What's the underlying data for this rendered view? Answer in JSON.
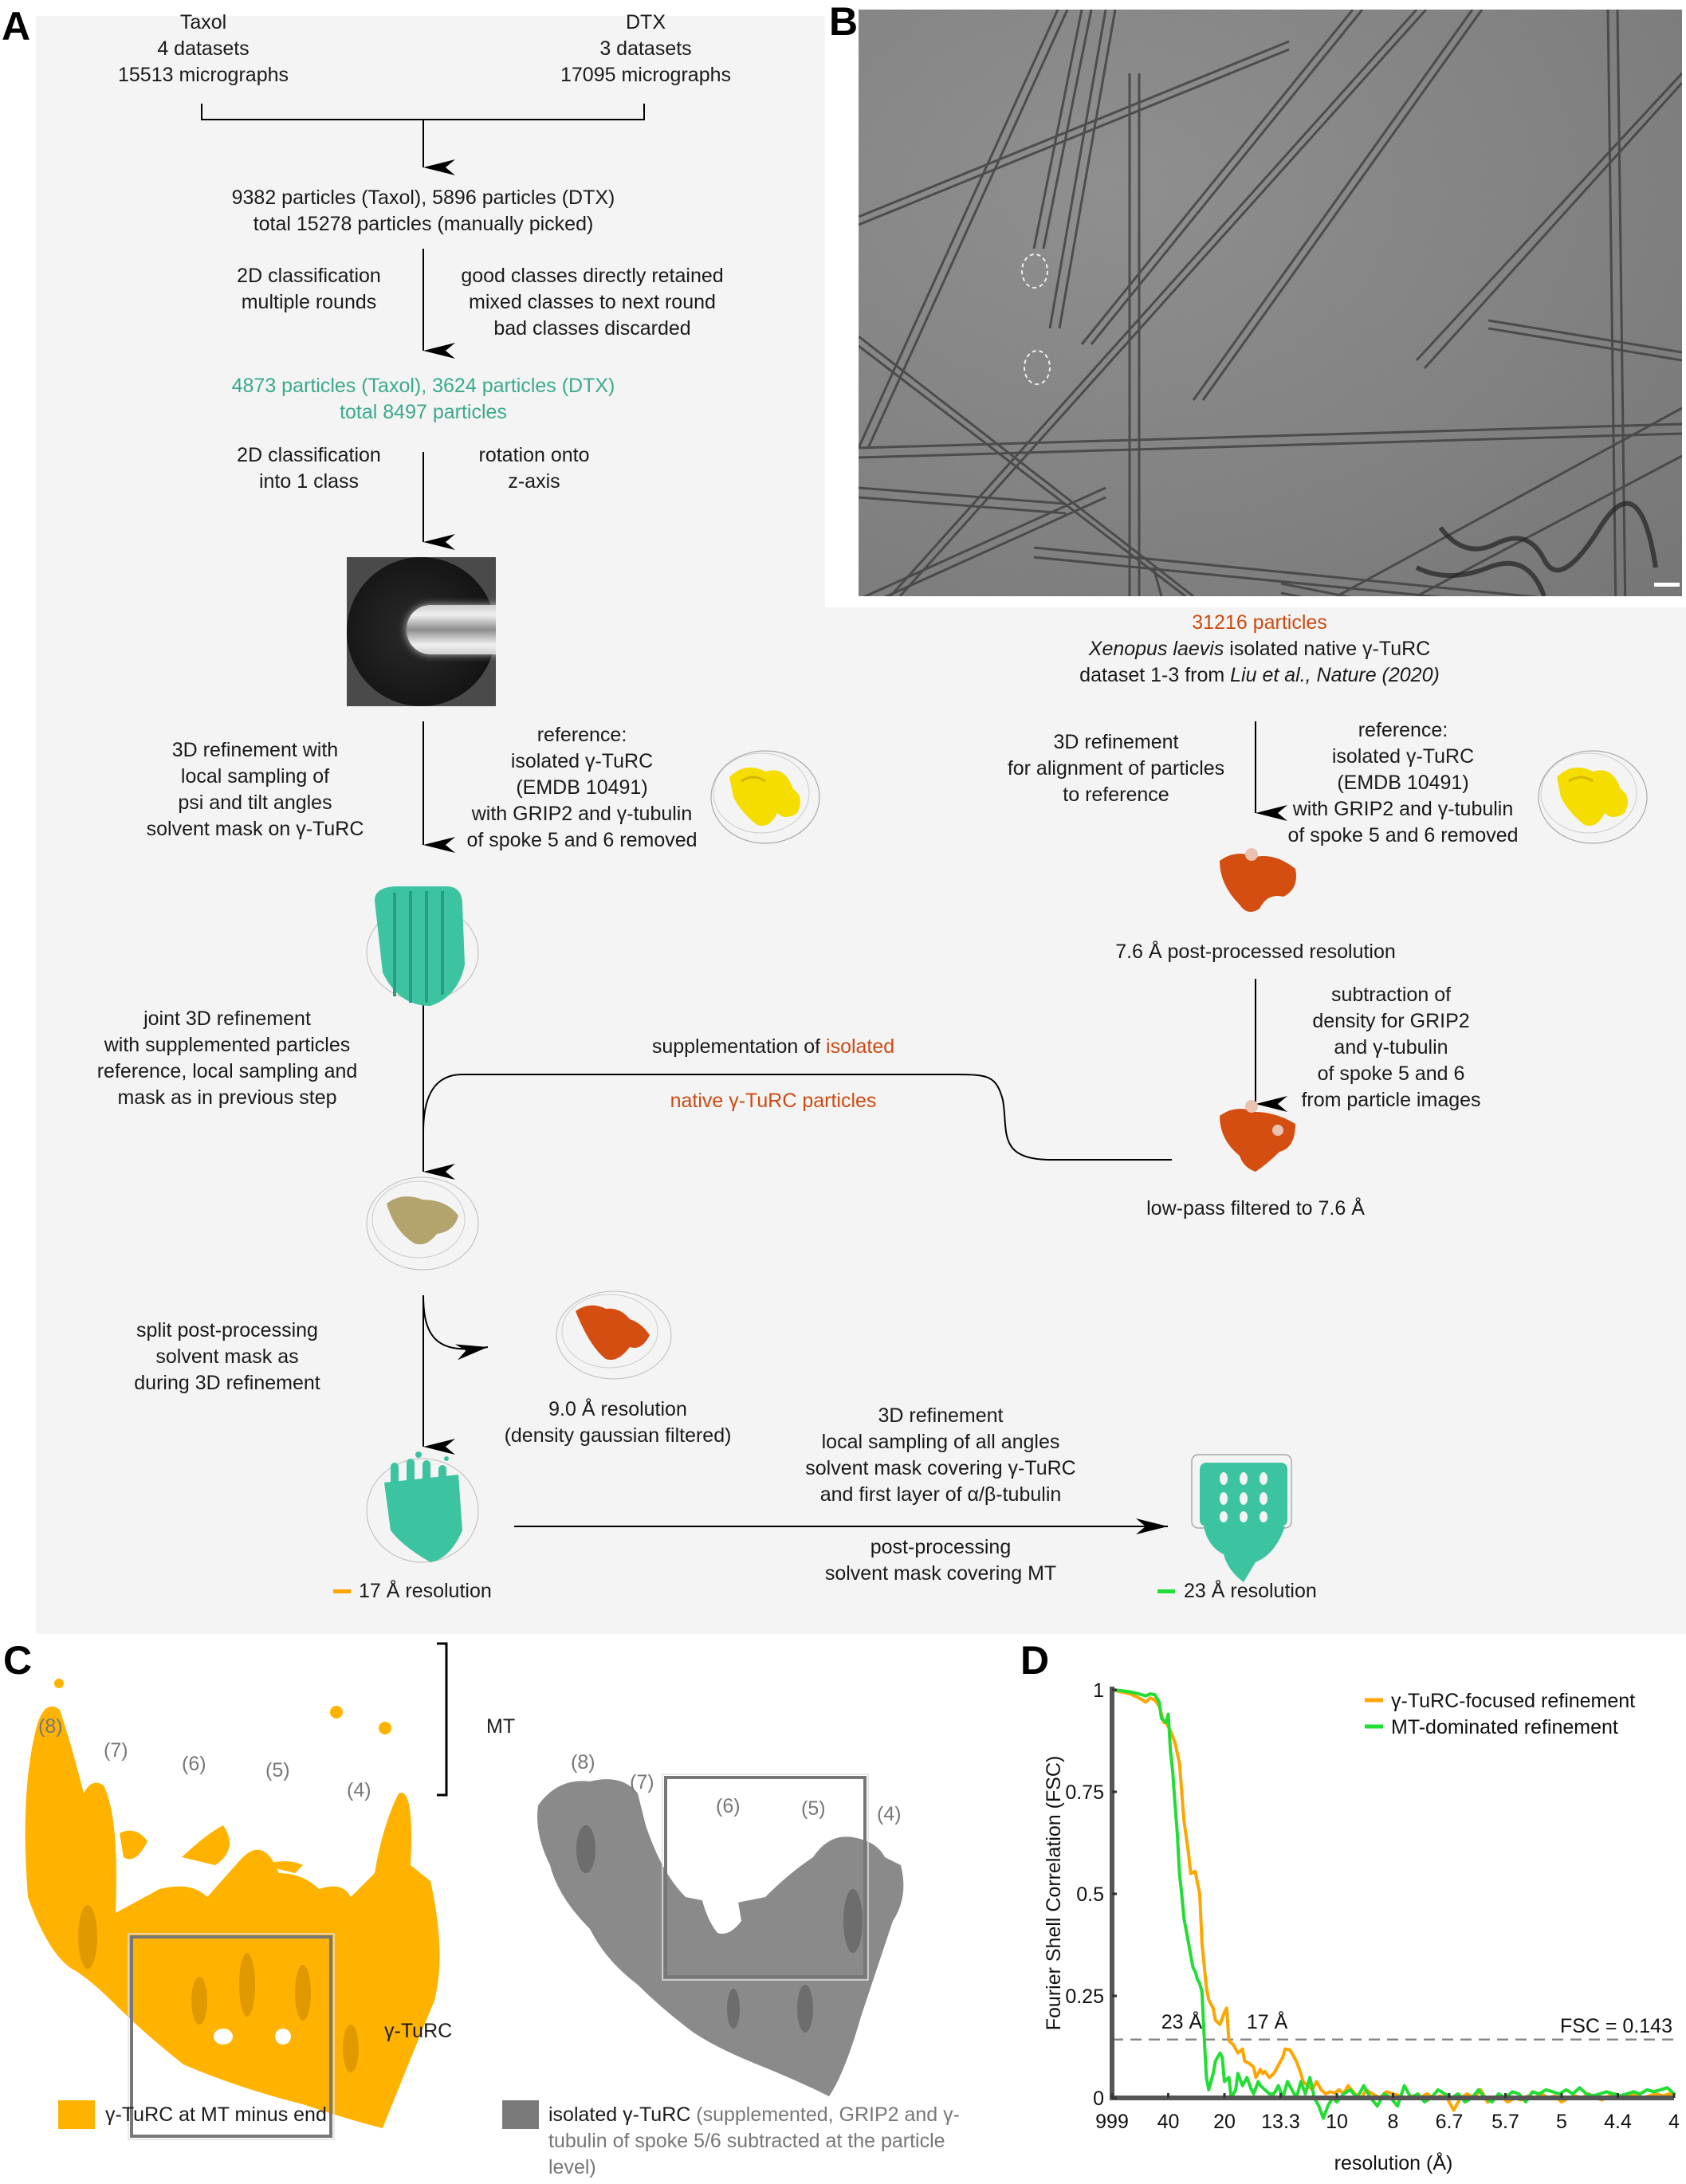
{
  "panels": {
    "A": "A",
    "B": "B",
    "C": "C",
    "D": "D"
  },
  "panelA": {
    "taxol": [
      "Taxol",
      "4 datasets",
      "15513 micrographs"
    ],
    "dtx": [
      "DTX",
      "3 datasets",
      "17095 micrographs"
    ],
    "picked": [
      "9382 particles (Taxol), 5896 particles (DTX)",
      "total 15278 particles (manually picked)"
    ],
    "class2d_left": [
      "2D classification",
      "multiple rounds"
    ],
    "class2d_right": [
      "good classes directly retained",
      "mixed classes to next round",
      "bad classes discarded"
    ],
    "retained": [
      "4873 particles (Taxol), 3624 particles (DTX)",
      "total 8497 particles"
    ],
    "class1_left": [
      "2D classification",
      "into 1 class"
    ],
    "class1_right": [
      "rotation onto",
      "z-axis"
    ],
    "refine_left": [
      "3D refinement with",
      "local sampling of",
      "psi and tilt angles",
      "solvent mask on γ-TuRC"
    ],
    "reference": [
      "reference:",
      "isolated γ-TuRC",
      "(EMDB 10491)",
      "with GRIP2 and γ-tubulin",
      "of spoke 5 and 6 removed"
    ],
    "joint_left": [
      "joint 3D refinement",
      "with supplemented particles",
      "reference, local sampling and",
      "mask as in previous step"
    ],
    "supp_top_prefix": "supplementation of ",
    "supp_top_highlight": "isolated",
    "supp_bottom": "native γ-TuRC particles",
    "split_left": [
      "split post-processing",
      "solvent mask as",
      "during 3D refinement"
    ],
    "nine_a": [
      "9.0 Å resolution",
      "(density gaussian filtered)"
    ],
    "final_refine": [
      "3D refinement",
      "local sampling of all angles",
      "solvent mask covering γ-TuRC",
      "and first layer of α/β-tubulin"
    ],
    "final_post": [
      "post-processing",
      "solvent mask covering MT"
    ],
    "res17": "17 Å resolution",
    "res23": "23 Å resolution",
    "right": {
      "count": "31216 particles",
      "species": "Xenopus laevis",
      "species_rest": " isolated native γ-TuRC",
      "dataset_prefix": "dataset 1-3 from ",
      "dataset_cite": "Liu et al., Nature (2020)",
      "refine_left": [
        "3D refinement",
        "for alignment of particles",
        "to reference"
      ],
      "post76": "7.6 Å post-processed resolution",
      "subtraction": [
        "subtraction of",
        "density for GRIP2",
        "and γ-tubulin",
        "of spoke 5 and 6",
        "from particle images"
      ],
      "lowpass": "low-pass filtered to 7.6 Å"
    }
  },
  "panelC": {
    "labels_gold": [
      "(8)",
      "(7)",
      "(6)",
      "(5)",
      "(4)"
    ],
    "labels_gray": [
      "(8)",
      "(7)",
      "(6)",
      "(5)",
      "(4)"
    ],
    "mt_label": "MT",
    "turc_label": "γ-TuRC",
    "legend_gold": "γ-TuRC at MT minus end",
    "legend_gray_main": "isolated γ-TuRC",
    "legend_gray_note": " (supplemented, GRIP2 and γ-tubulin of spoke 5/6 subtracted at the particle level)",
    "colors": {
      "gold": "#ffb300",
      "gray": "#7a7a7a"
    }
  },
  "colors": {
    "teal": "#3aaa8c",
    "rust": "#cc4a12",
    "orange_line": "#ffa500",
    "green_line": "#22dd33",
    "yellow_ref": "#f5dd00"
  },
  "chart_data": {
    "type": "line",
    "title": "",
    "xlabel": "resolution (Å)",
    "ylabel": "Fourier Shell Correlation (FSC)",
    "x_unit": "spatial frequency (1/Å)",
    "xlim": [
      0,
      0.25
    ],
    "ylim": [
      0,
      1
    ],
    "x_ticks": [
      0,
      0.025,
      0.05,
      0.075,
      0.1,
      0.125,
      0.15,
      0.175,
      0.2,
      0.225,
      0.25
    ],
    "x_tick_labels": [
      "999",
      "40",
      "20",
      "13.3",
      "10",
      "8",
      "6.7",
      "5.7",
      "5",
      "4.4",
      "4"
    ],
    "y_ticks": [
      0,
      0.25,
      0.5,
      0.75,
      1
    ],
    "y_tick_labels": [
      "0",
      "0.25",
      "0.5",
      "0.75",
      "1"
    ],
    "threshold": {
      "value": 0.143,
      "label": "FSC = 0.143",
      "style": "dashed"
    },
    "annotations": [
      {
        "text": "23 Å",
        "x": 0.031,
        "y": 0.17
      },
      {
        "text": "17 Å",
        "x": 0.069,
        "y": 0.17
      }
    ],
    "legend_position": "top-right",
    "series": [
      {
        "name": "γ-TuRC-focused refinement",
        "color": "#ffa500",
        "x": [
          0,
          0.004,
          0.008,
          0.012,
          0.015,
          0.017,
          0.019,
          0.021,
          0.023,
          0.024,
          0.026,
          0.028,
          0.03,
          0.031,
          0.032,
          0.034,
          0.035,
          0.037,
          0.039,
          0.04,
          0.042,
          0.043,
          0.045,
          0.046,
          0.048,
          0.05,
          0.051,
          0.052,
          0.054,
          0.055,
          0.056,
          0.058,
          0.059,
          0.061,
          0.063,
          0.064,
          0.066,
          0.067,
          0.068,
          0.07,
          0.072,
          0.073,
          0.074,
          0.076,
          0.077,
          0.079,
          0.08,
          0.082,
          0.084,
          0.085,
          0.087,
          0.089,
          0.091,
          0.093,
          0.095,
          0.097,
          0.099,
          0.101,
          0.103,
          0.105,
          0.108,
          0.111,
          0.113,
          0.116,
          0.119,
          0.122,
          0.125,
          0.128,
          0.131,
          0.134,
          0.137,
          0.14,
          0.143,
          0.146,
          0.149,
          0.152,
          0.155,
          0.158,
          0.161,
          0.164,
          0.167,
          0.17,
          0.173,
          0.176,
          0.179,
          0.182,
          0.185,
          0.188,
          0.191,
          0.194,
          0.197,
          0.2,
          0.203,
          0.206,
          0.209,
          0.212,
          0.215,
          0.218,
          0.221,
          0.224,
          0.227,
          0.23,
          0.233,
          0.236,
          0.239,
          0.242,
          0.245,
          0.248,
          0.25
        ],
        "y": [
          1.0,
          0.995,
          0.99,
          0.98,
          0.97,
          0.98,
          0.975,
          0.96,
          0.92,
          0.92,
          0.9,
          0.87,
          0.82,
          0.75,
          0.68,
          0.6,
          0.55,
          0.555,
          0.5,
          0.38,
          0.27,
          0.24,
          0.22,
          0.19,
          0.18,
          0.21,
          0.22,
          0.14,
          0.13,
          0.12,
          0.11,
          0.12,
          0.09,
          0.085,
          0.075,
          0.05,
          0.07,
          0.06,
          0.065,
          0.05,
          0.06,
          0.07,
          0.08,
          0.1,
          0.12,
          0.118,
          0.11,
          0.09,
          0.06,
          0.04,
          0.03,
          0.02,
          0.04,
          0.02,
          0.01,
          0.015,
          0.012,
          0.02,
          0.01,
          0.03,
          0.01,
          0.0,
          0.02,
          0.01,
          0.0,
          0.015,
          0.01,
          0.005,
          0.0,
          0.005,
          0.0,
          0.01,
          0.0,
          0.005,
          0.0,
          -0.03,
          0.0,
          0.01,
          0.0,
          0.02,
          -0.01,
          0.0,
          0.005,
          -0.01,
          0.0,
          -0.005,
          0.005,
          0.0,
          0.01,
          0.0,
          0.005,
          -0.01,
          0.0,
          0.005,
          0.0,
          0.01,
          0.0,
          -0.005,
          0.005,
          0.01,
          0.0,
          0.005,
          0.01,
          0.0,
          0.005,
          0.01,
          0.005,
          0.01,
          0.005
        ]
      },
      {
        "name": "MT-dominated refinement",
        "color": "#22dd33",
        "x": [
          0,
          0.004,
          0.008,
          0.012,
          0.015,
          0.017,
          0.019,
          0.021,
          0.022,
          0.024,
          0.025,
          0.026,
          0.027,
          0.028,
          0.029,
          0.03,
          0.031,
          0.032,
          0.033,
          0.034,
          0.035,
          0.036,
          0.037,
          0.038,
          0.039,
          0.04,
          0.041,
          0.042,
          0.043,
          0.044,
          0.045,
          0.046,
          0.047,
          0.048,
          0.049,
          0.05,
          0.052,
          0.053,
          0.055,
          0.056,
          0.058,
          0.06,
          0.062,
          0.063,
          0.065,
          0.066,
          0.068,
          0.07,
          0.072,
          0.074,
          0.076,
          0.078,
          0.08,
          0.082,
          0.084,
          0.086,
          0.088,
          0.09,
          0.092,
          0.094,
          0.096,
          0.098,
          0.1,
          0.103,
          0.106,
          0.109,
          0.112,
          0.115,
          0.118,
          0.121,
          0.124,
          0.127,
          0.13,
          0.133,
          0.136,
          0.139,
          0.142,
          0.145,
          0.148,
          0.151,
          0.154,
          0.157,
          0.16,
          0.163,
          0.166,
          0.169,
          0.172,
          0.175,
          0.178,
          0.181,
          0.184,
          0.187,
          0.19,
          0.193,
          0.196,
          0.199,
          0.202,
          0.205,
          0.208,
          0.211,
          0.214,
          0.217,
          0.22,
          0.223,
          0.226,
          0.229,
          0.232,
          0.235,
          0.238,
          0.241,
          0.244,
          0.247,
          0.25
        ],
        "y": [
          1.0,
          0.998,
          0.995,
          0.99,
          0.985,
          0.99,
          0.988,
          0.97,
          0.93,
          0.92,
          0.94,
          0.85,
          0.8,
          0.72,
          0.65,
          0.55,
          0.5,
          0.44,
          0.41,
          0.38,
          0.35,
          0.32,
          0.31,
          0.29,
          0.28,
          0.26,
          0.15,
          0.05,
          0.02,
          0.04,
          0.06,
          0.09,
          0.1,
          0.11,
          0.1,
          0.04,
          0.05,
          0.0,
          0.02,
          0.06,
          0.03,
          0.05,
          0.02,
          0.01,
          0.04,
          0.03,
          0.02,
          0.01,
          0.01,
          0.03,
          0.0,
          0.04,
          0.02,
          0.0,
          0.04,
          0.01,
          0.05,
          0.0,
          -0.02,
          -0.05,
          -0.02,
          0.0,
          -0.01,
          0.01,
          0.02,
          0.0,
          0.03,
          0.0,
          -0.02,
          0.01,
          0.0,
          -0.02,
          0.03,
          0.0,
          0.01,
          -0.01,
          0.0,
          0.02,
          0.01,
          0.0,
          0.01,
          -0.01,
          0.0,
          0.02,
          0.0,
          -0.01,
          0.01,
          0.0,
          0.015,
          0.01,
          -0.01,
          0.015,
          0.01,
          0.02,
          0.015,
          0.01,
          0.02,
          0.01,
          0.025,
          0.01,
          0.005,
          0.01,
          0.015,
          0.01,
          0.005,
          0.01,
          0.015,
          0.01,
          0.02,
          0.015,
          0.02,
          0.025,
          0.01
        ]
      }
    ]
  }
}
